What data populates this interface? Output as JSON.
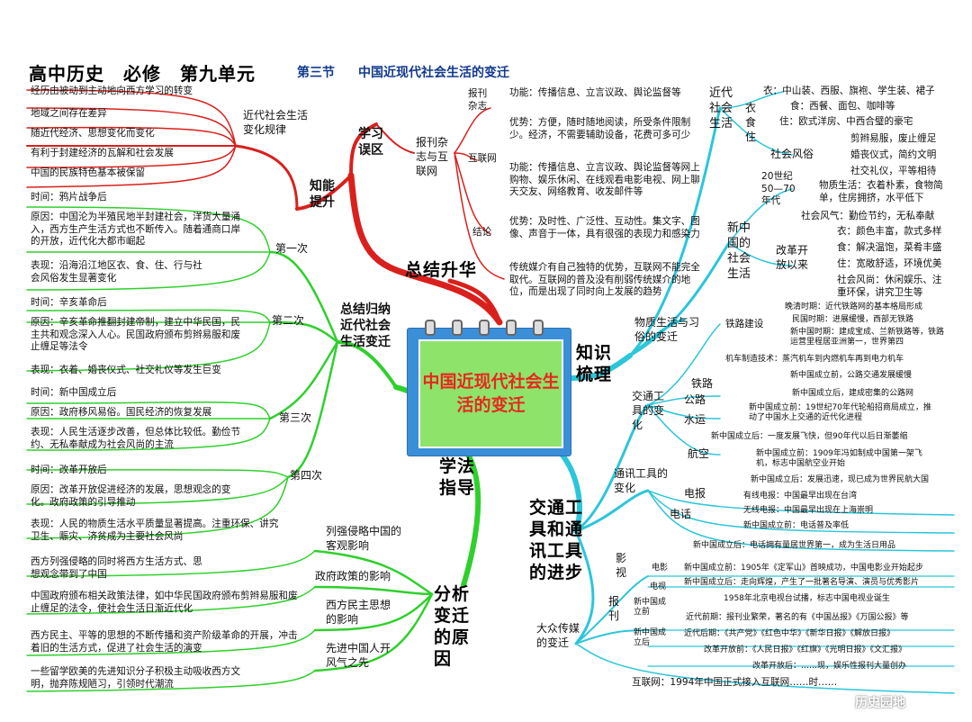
{
  "header": {
    "main": "高中历史　必修　第九单元",
    "section": "第三节",
    "subtitle": "中国近现代社会生活的变迁"
  },
  "center": {
    "title": "中国近现代社会生活的变迁"
  },
  "branches": {
    "zongjie": {
      "label": "总结升华",
      "xuexi_wuqu": "学习误区",
      "baokan_zazhi_hulianwang": "报刊杂志与互联网",
      "baokan_zazhi": "报刊杂志",
      "hulianwang": "互联网",
      "jielun": "结论",
      "items": [
        "功能：传播信息、立言议政、舆论监督等",
        "优势：方便，随时随地阅读，所受条件限制少。经济，不需要辅助设备，花费可多可少",
        "功能：传播信息、立言议政、舆论监督等网上购物、娱乐休闲、在线观看电影电视、网上聊天交友、网络教育、收发邮件等",
        "优势：及时性、广泛性、互动性。集文字、图像、声音于一体，具有很强的表现力和感染力",
        "传统媒介有自己独特的优势，互联网不能完全取代。互联网的普及没有削弱传统媒介的地位，而是出现了同时向上发展的趋势"
      ]
    },
    "zhineng": {
      "label": "知能提升",
      "sub": "近代社会生活变化规律",
      "items": [
        "经历由被动到主动地向西方学习的转变",
        "地域之间存在差异",
        "随近代经济、思想变化而变化",
        "有利于封建经济的瓦解和社会发展",
        "中国的民族特色基本被保留"
      ]
    },
    "xuefa": {
      "label": "学法指导",
      "sub": "总结归纳近代社会生活变迁",
      "stages": [
        {
          "name": "第一次",
          "items": [
            "时间：鸦片战争后",
            "原因：中国沦为半殖民地半封建社会，洋货大量涌入，西方生产生活方式也不断传入。随着通商口岸的开放，近代化大都市崛起",
            "表现：沿海沿江地区衣、食、住、行与社会风俗发生显著变化"
          ]
        },
        {
          "name": "第二次",
          "items": [
            "时间：辛亥革命后",
            "原因：辛亥革命推翻封建帝制，建立中华民国，民主共和观念深入人心。民国政府颁布剪辫易服和废止缠足等法令",
            "表现：衣着、婚丧仪式、社交礼仪等发生巨变"
          ]
        },
        {
          "name": "第三次",
          "items": [
            "时间：新中国成立后",
            "原因：政府移风易俗。国民经济的恢复发展",
            "表现：人民生活逐步改善，但总体比较低。勤俭节约、无私奉献成为社会风尚的主流"
          ]
        },
        {
          "name": "第四次",
          "items": [
            "时间：改革开放后",
            "原因：改革开放促进经济的发展，思想观念的变化。政府政策的引导推动",
            "表现：人民的物质生活水平质量显著提高。注重环保、讲究卫生、赈灾、济贫成为主要社会风尚"
          ]
        }
      ]
    },
    "fenxi": {
      "label": "分析变迁的原因",
      "factors": [
        {
          "name": "列强侵略中国的客观影响",
          "text": "西方列强侵略的同时将西方生活方式、思想观念带到了中国"
        },
        {
          "name": "政府政策的影响",
          "text": "中国政府颁布相关政策法律，如中华民国政府颁布剪辫易服和废止缠足的法令，使社会生活日渐近代化"
        },
        {
          "name": "西方民主思想的影响",
          "text": "西方民主、平等的思想的不断传播和资产阶级革命的开展，冲击着旧的生活方式，促进了社会生活的演变"
        },
        {
          "name": "先进中国人开风气之先",
          "text": "一些留学欧美的先进知识分子积极主动吸收西方文明，抛弃陈规陋习，引领时代潮流"
        }
      ]
    },
    "zhishi": {
      "label": "知识梳理",
      "wuzhi": "物质生活与习俗的变迁",
      "jindai_shenghuo": "近代社会生活",
      "yishizhu": "衣食住",
      "yi": "衣：中山装、西服、旗袍、学生装、裙子",
      "shi": "食：西餐、面包、咖啡等",
      "zhu": "住：欧式洋房、中西合璧的豪宅",
      "fengsu": "社会风俗",
      "fengsu_items": [
        "剪辫易服，废止缠足",
        "婚丧仪式，简约文明",
        "社交礼仪，平等相待"
      ],
      "xinzhongguo": "新中国的社会生活",
      "niandai": "20世纪50—70年代",
      "wuzhi_shenghuo": "物质生活：衣着朴素，食物简单，住房拥挤，水平低下",
      "shehui_fengqi": "社会风气：勤俭节约，无私奉献",
      "gaige": "改革开放以来",
      "gaige_items": [
        "衣：颜色丰富，款式多样",
        "食：解决温饱，菜肴丰盛",
        "住：宽敞舒适，环境优美",
        "社会风尚：休闲娱乐、注重环保，讲究卫生等"
      ]
    },
    "jiaotong": {
      "label": "交通工具和通讯工具的进步",
      "jtgj": "交通工具的变化",
      "tielu": "铁路",
      "tielu_jianshe": "铁路建设",
      "tielu_items": [
        "晚清时期：近代铁路网的基本格局形成",
        "民国时期：进展缓慢，西部无铁路",
        "新中国时期：建成宝成、兰新铁路等，铁路运营里程居亚洲第一，世界第四"
      ],
      "jiche": "机车制造技术：蒸汽机车到内燃机车再到电力机车",
      "tielu_last": "新中国成立前，公路交通发展缓慢",
      "gonglu": "公路",
      "gonglu_item": "新中国成立后，建成密集的公路网",
      "shuiyun": "水运",
      "shuiyun_item": "新中国成立前：19世纪70年代轮船招商局成立，推动了中国水上交通的近代化进程",
      "shuiyun_item2": "新中国成立后：一度发展飞快，但90年代以后日渐萎缩",
      "hangkong": "航空",
      "hangkong_items": [
        "新中国成立前：1909年冯如制成中国第一架飞机，标志中国航空业开始",
        "新中国成立后：发展迅速，现已成为世界民航大国"
      ],
      "txgj": "通讯工具的变化",
      "dianbao": "电报",
      "dianbao_items": [
        "有线电报：中国最早出现在台湾",
        "无线电报：中国最早出现在上海崇明"
      ],
      "dianhua": "电话",
      "dianhua_items": [
        "新中国成立前：电话普及率低",
        "新中国成立后：电话拥有量居世界第一，成为生活日用品"
      ],
      "dazhong": "大众传媒的变迁",
      "yingshi": "影视",
      "dianying": "电影",
      "dianying_items": [
        "新中国成立前：1905年《定军山》首映成功，中国电影业开始起步",
        "新中国成立后：走向辉煌，产生了一批著名导演、演员与优秀影片"
      ],
      "dianshi": "电视",
      "dianshi_item": "1958年北京电视台试播，标志中国电视业诞生",
      "baokan": "报刊",
      "xzg_qian": "新中国成立前",
      "xzg_hou": "新中国成立后",
      "baokan_items": [
        "近代前期：报刊业繁荣，著名的有《中国丛报》《万国公报》等",
        "近代后期：《共产党》《红色中华》《新华日报》《解放日报》",
        "改革开放前：《人民日报》《红旗》《光明日报》《文汇报》",
        "改革开放后：……现，娱乐性报刊大量创办"
      ],
      "hulianwang": "互联网：1994年中国正式接入互联网……时……"
    }
  },
  "watermark": "历史园地",
  "colors": {
    "red": "#d9201c",
    "green": "#2fd02c",
    "cyan": "#2bc6da",
    "center_frame": "#3a8fd8",
    "center_fill": "#8ee36a",
    "center_text": "#e8281f",
    "header_blue": "#123a8c"
  }
}
